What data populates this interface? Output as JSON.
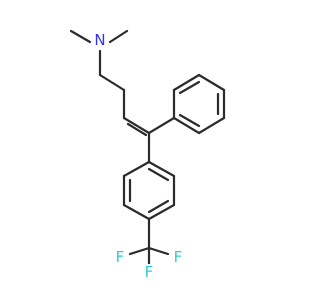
{
  "molecule": {
    "colors": {
      "carbon_bond": "#2b2b2b",
      "nitrogen": "#3333ee",
      "fluorine": "#33cccc"
    },
    "atoms": [
      {
        "id": "N1",
        "element": "N",
        "label": "N"
      },
      {
        "id": "F1",
        "element": "F",
        "label": "F"
      },
      {
        "id": "F2",
        "element": "F",
        "label": "F"
      },
      {
        "id": "F3",
        "element": "F",
        "label": "F"
      }
    ]
  }
}
